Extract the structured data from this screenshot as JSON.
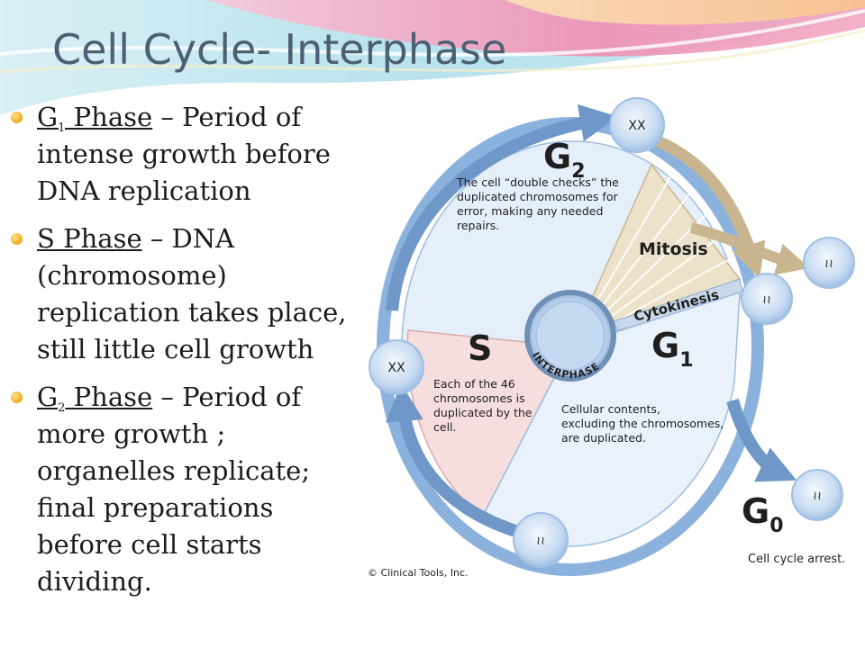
{
  "slide": {
    "title": "Cell Cycle- Interphase",
    "bullets": [
      {
        "phase_letter": "G",
        "phase_sub": "1",
        "phase_rest": " Phase",
        "description": " – Period of intense growth before DNA replication"
      },
      {
        "phase_letter": "S Phase",
        "phase_sub": "",
        "phase_rest": "",
        "description": " – DNA (chromosome) replication takes place, still little cell growth"
      },
      {
        "phase_letter": "G",
        "phase_sub": "2",
        "phase_rest": " Phase",
        "description": " – Period of more growth ; organelles replicate; final preparations before cell starts dividing."
      }
    ]
  },
  "diagram": {
    "g2": {
      "letter": "G",
      "sub": "2",
      "lines": [
        "The cell “double checks” the",
        "duplicated chromosomes for",
        "error, making any needed",
        "repairs."
      ]
    },
    "s": {
      "letter": "S",
      "lines": [
        "Each of the 46",
        "chromosomes is",
        "duplicated by the",
        "cell."
      ]
    },
    "g1": {
      "letter": "G",
      "sub": "1",
      "lines": [
        "Cellular contents,",
        "excluding the chromosomes,",
        "are duplicated."
      ]
    },
    "g0": {
      "letter": "G",
      "sub": "0",
      "caption": "Cell cycle arrest."
    },
    "mitosis_label": "Mitosis",
    "cytokinesis_label": "Cytokinesis",
    "interphase_label": "INTERPHASE",
    "copyright": "© Clinical Tools, Inc.",
    "colors": {
      "ring": "#8bb2dc",
      "arrow": "#6f97c7",
      "g2_fill": "#e5effa",
      "s_fill": "#f6dede",
      "g1_fill": "#e7f1fb",
      "mitosis_fill": "#e9dcc0",
      "cell": "#b9d2ee"
    }
  }
}
